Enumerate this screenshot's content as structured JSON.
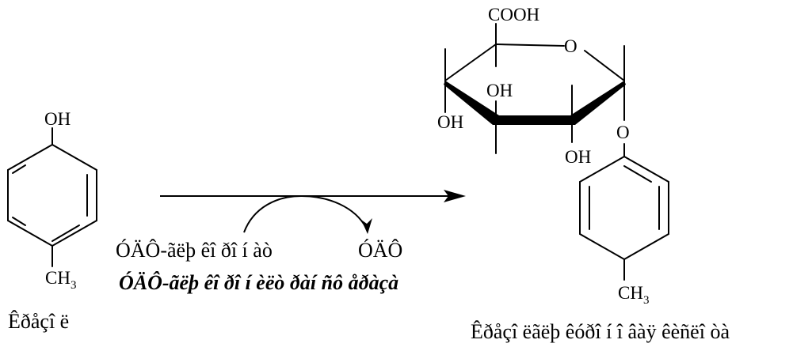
{
  "reactant": {
    "oh_label": "OH",
    "ch3_main": "CH",
    "ch3_sub": "3",
    "caption": "Êðåçî ë"
  },
  "reaction": {
    "cofactor_in": "ÓÄÔ-ãëþ êî ðî í àò",
    "cofactor_out": "ÓÄÔ",
    "enzyme": "ÓÄÔ-ãëþ êî ðî í èëò ðàí ñô åðàçà"
  },
  "product": {
    "cooh_label": "COOH",
    "ring_o_label": "O",
    "oh_label_1": "OH",
    "oh_label_2": "OH",
    "oh_label_3": "OH",
    "ether_o_label": "O",
    "ch3_main": "CH",
    "ch3_sub": "3",
    "caption": "Êðåçî ëãëþ êóðî í î âàÿ êèñëî òà"
  }
}
